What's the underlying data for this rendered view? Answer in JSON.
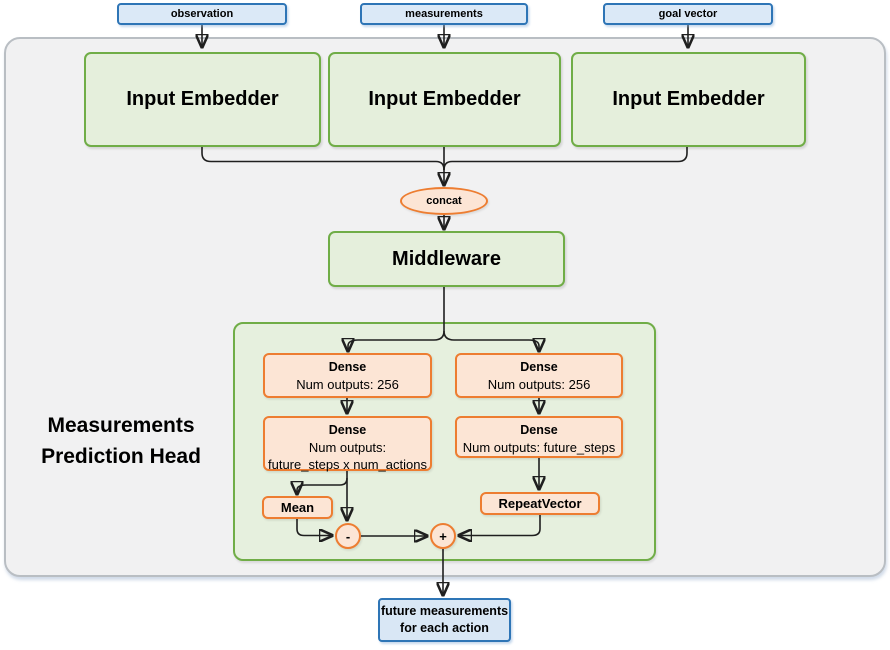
{
  "diagram": {
    "top_inputs": [
      {
        "label": "observation"
      },
      {
        "label": "measurements"
      },
      {
        "label": "goal vector"
      }
    ],
    "embedders": [
      {
        "label": "Input Embedder"
      },
      {
        "label": "Input Embedder"
      },
      {
        "label": "Input Embedder"
      }
    ],
    "concat": {
      "label": "concat"
    },
    "middleware": {
      "label": "Middleware"
    },
    "prediction_head": {
      "title_line1": "Measurements",
      "title_line2": "Prediction Head",
      "left_branch": {
        "dense1_title": "Dense",
        "dense1_outputs": "Num outputs: 256",
        "dense2_title": "Dense",
        "dense2_outputs_line1": "Num outputs:",
        "dense2_outputs_line2": "future_steps x num_actions",
        "mean_label": "Mean",
        "minus_operator": "-"
      },
      "right_branch": {
        "dense1_title": "Dense",
        "dense1_outputs": "Num outputs: 256",
        "dense2_title": "Dense",
        "dense2_outputs": "Num outputs: future_steps",
        "repeat_vector_label": "RepeatVector",
        "plus_operator": "+"
      }
    },
    "output_box": {
      "line1": "future measurements",
      "line2": "for each action"
    },
    "colors": {
      "input_fill": "#dbe9f7",
      "input_border": "#2e75b6",
      "block_fill": "#e5efdc",
      "block_border": "#70ad47",
      "op_fill": "#fce5d5",
      "op_border": "#ed7d31",
      "container_fill": "#f1f1f2",
      "container_border": "#b9bec3",
      "line": "#1f1f1f"
    }
  }
}
